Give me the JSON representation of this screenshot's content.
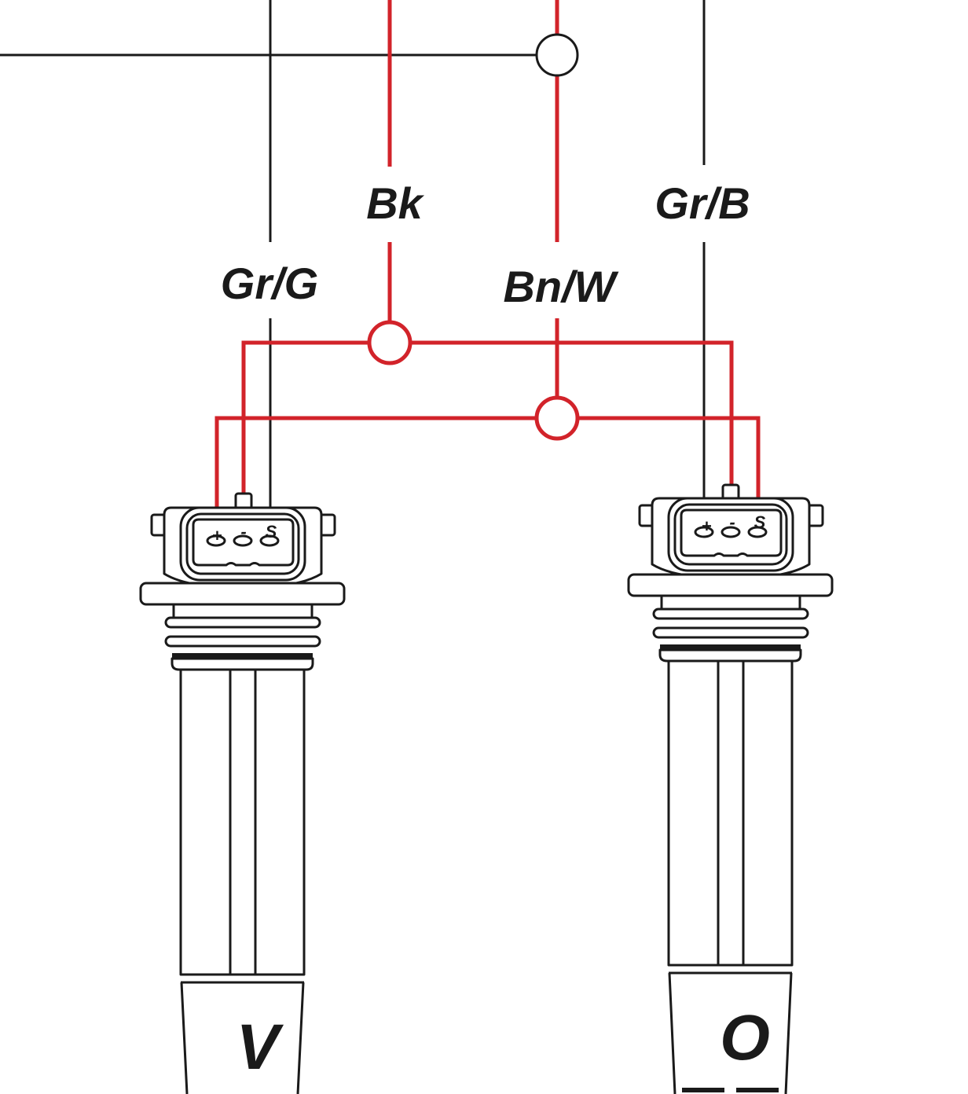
{
  "colors": {
    "wire_red": "#d2232a",
    "wire_black": "#1a1a1a",
    "background": "#ffffff"
  },
  "wire_labels": {
    "bk": "Bk",
    "gr_b": "Gr/B",
    "gr_g": "Gr/G",
    "bn_w": "Bn/W"
  },
  "coils": {
    "left": {
      "label": "V",
      "pins": {
        "plus": "+",
        "minus": "-",
        "signal": "S"
      }
    },
    "right": {
      "label": "O",
      "pins": {
        "plus": "+",
        "minus": "-",
        "signal": "S"
      }
    }
  }
}
